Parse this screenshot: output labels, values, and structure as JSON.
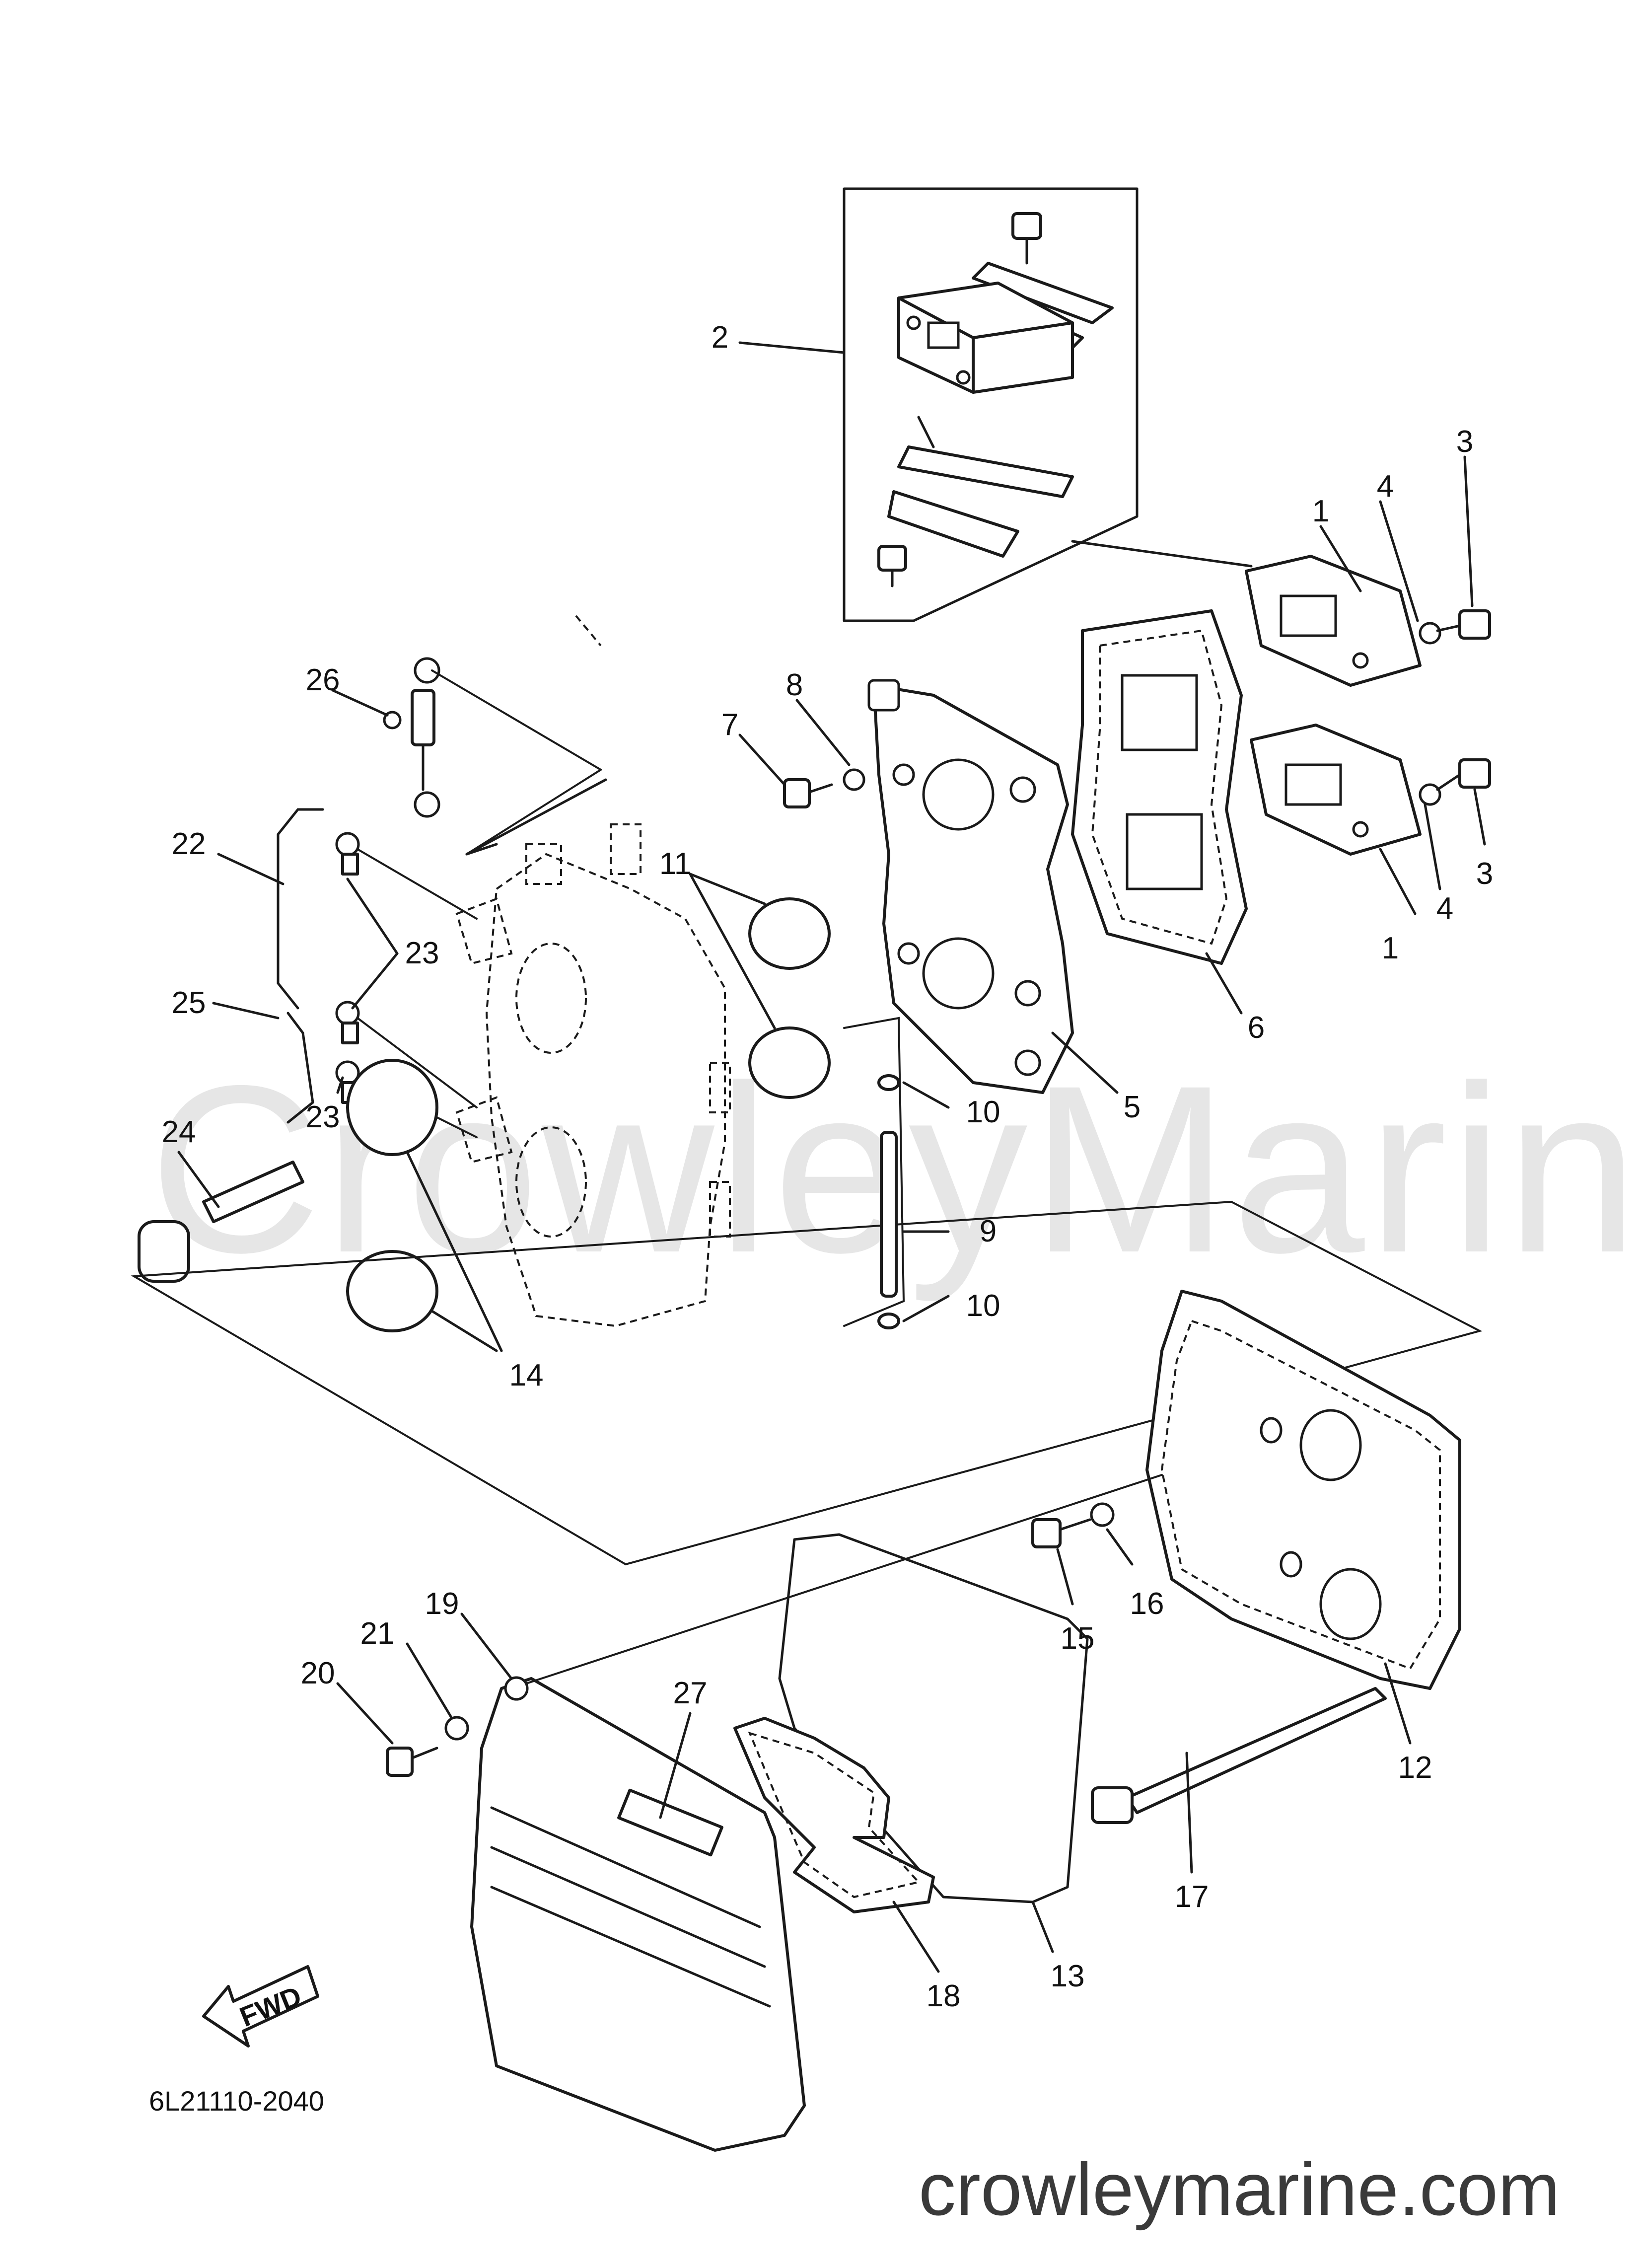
{
  "watermark": "CrowleyMarine",
  "site_url": "crowleymarine.com",
  "drawing_code": "6L21110-2040",
  "fwd_label": "FWD",
  "callouts": {
    "c1a": "1",
    "c1b": "1",
    "c2": "2",
    "c3a": "3",
    "c3b": "3",
    "c4a": "4",
    "c4b": "4",
    "c5": "5",
    "c6": "6",
    "c7": "7",
    "c8": "8",
    "c9": "9",
    "c10a": "10",
    "c10b": "10",
    "c11": "11",
    "c12": "12",
    "c13": "13",
    "c14": "14",
    "c15": "15",
    "c16": "16",
    "c17": "17",
    "c18": "18",
    "c19": "19",
    "c20": "20",
    "c21": "21",
    "c22": "22",
    "c23a": "23",
    "c23b": "23",
    "c24": "24",
    "c25": "25",
    "c26": "26",
    "c27": "27"
  }
}
